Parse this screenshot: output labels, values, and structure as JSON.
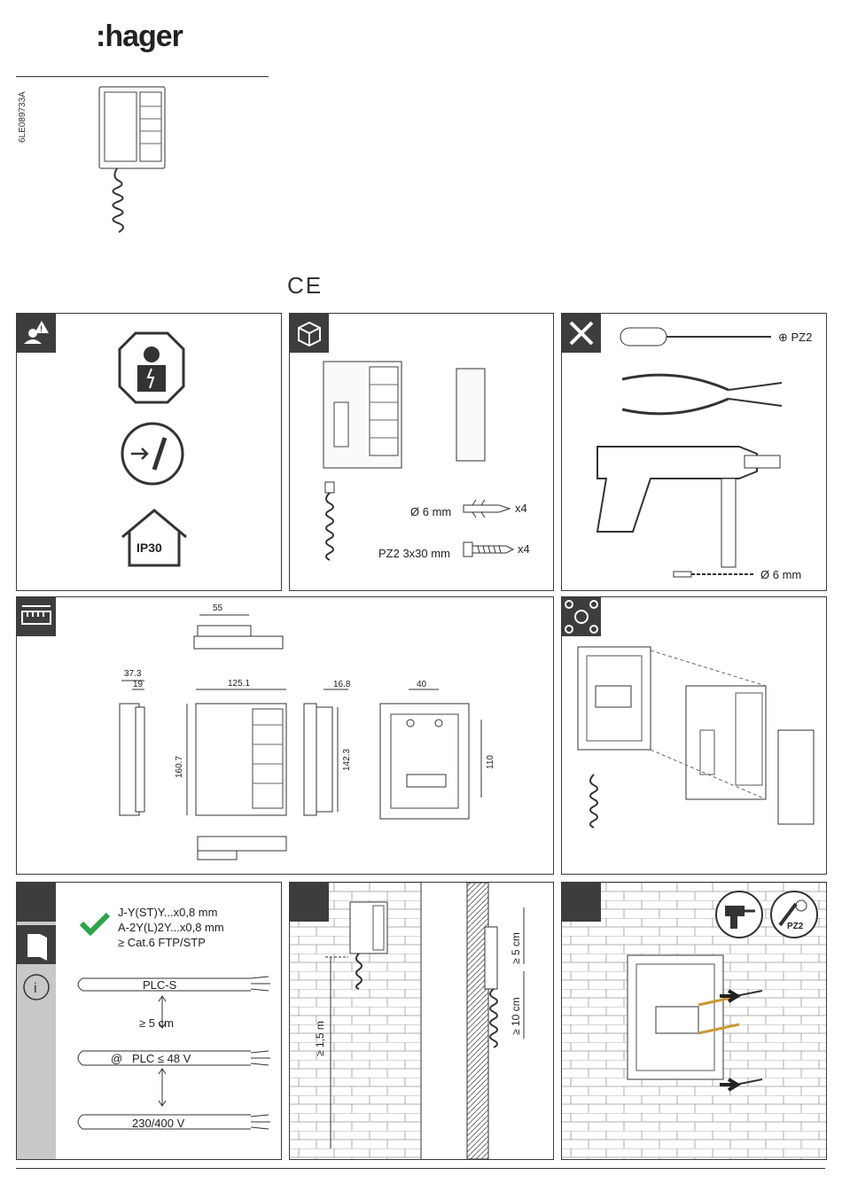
{
  "brand": ":hager",
  "doc_code": "6LE089733A",
  "ce_mark": "CE",
  "safety": {
    "ip_rating": "IP30"
  },
  "box": {
    "dowel_label": "Ø 6 mm",
    "dowel_qty": "x4",
    "screw_label": "PZ2 3x30 mm",
    "screw_qty": "x4"
  },
  "tools": {
    "screwdriver_label": "PZ2",
    "drill_bit_label": "Ø 6 mm"
  },
  "dimensions": {
    "d55": "55",
    "d37_3": "37.3",
    "d19": "19",
    "d125_1": "125.1",
    "d16_8": "16.8",
    "d40": "40",
    "d160_7": "160.7",
    "d142_3": "142.3",
    "d110": "110"
  },
  "device_brand": "hager",
  "cabling": {
    "cable1": "J-Y(ST)Y...x0,8 mm",
    "cable2": "A-2Y(L)2Y...x0,8 mm",
    "cable3": "≥ Cat.6 FTP/STP",
    "line1": "PLC-S",
    "gap1": "≥ 5 cm",
    "line2_prefix": "@",
    "line2": "PLC  ≤ 48 V",
    "line3": "230/400 V"
  },
  "mounting": {
    "height": "≥ 1,5 m",
    "gap_top": "≥ 5 cm",
    "gap_bottom": "≥ 10 cm"
  },
  "fix": {
    "pz2": "PZ2"
  }
}
